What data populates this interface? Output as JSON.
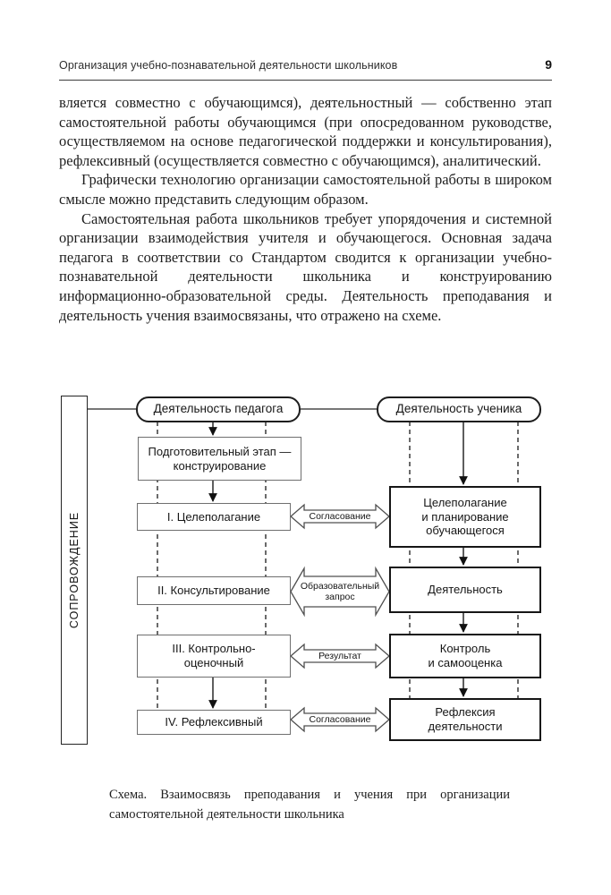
{
  "header": {
    "running_title": "Организация учебно-познавательной деятельности школьников",
    "page_number": "9"
  },
  "body": {
    "paragraph_1": "вляется совместно с обучающимся), деятельностный — собственно этап самостоятельной работы обучающимся (при опосредованном руководстве, осуществляемом на основе педагогической поддержки и консультирования), рефлексивный (осуществляется совместно с обучающимся), аналитический.",
    "paragraph_2": "Графически технологию организации самостоятельной работы в широком смысле можно представить следующим образом.",
    "paragraph_3": "Самостоятельная работа школьников требует упорядочения и системной организации взаимодействия учителя и обучающегося. Основная задача педагога в соответствии со Стандартом сводится к организации учебно-познавательной деятельности школьника и конструированию информационно-образовательной среды. Деятельность преподавания и деятельность учения взаимосвязаны, что отражено на схеме."
  },
  "diagram": {
    "sidebar_label": "СОПРОВОЖДЕНИЕ",
    "teacher_column_header": "Деятельность педагога",
    "student_column_header": "Деятельность ученика",
    "prep_stage": "Подготовительный этап —\nконструирование",
    "teacher_stages": [
      "I. Целеполагание",
      "II. Консультирование",
      "III. Контрольно-\nоценочный",
      "IV. Рефлексивный"
    ],
    "student_stages": [
      "Целеполагание\nи планирование\nобучающегося",
      "Деятельность",
      "Контроль\nи самооценка",
      "Рефлексия\nдеятельности"
    ],
    "arrow_labels": [
      "Согласование",
      "Образовательный\nзапрос",
      "Результат",
      "Согласование"
    ],
    "line_color": "#2a2a2a"
  },
  "caption": "Схема. Взаимосвязь преподавания и учения при организации самостоятельной деятельности школьника"
}
